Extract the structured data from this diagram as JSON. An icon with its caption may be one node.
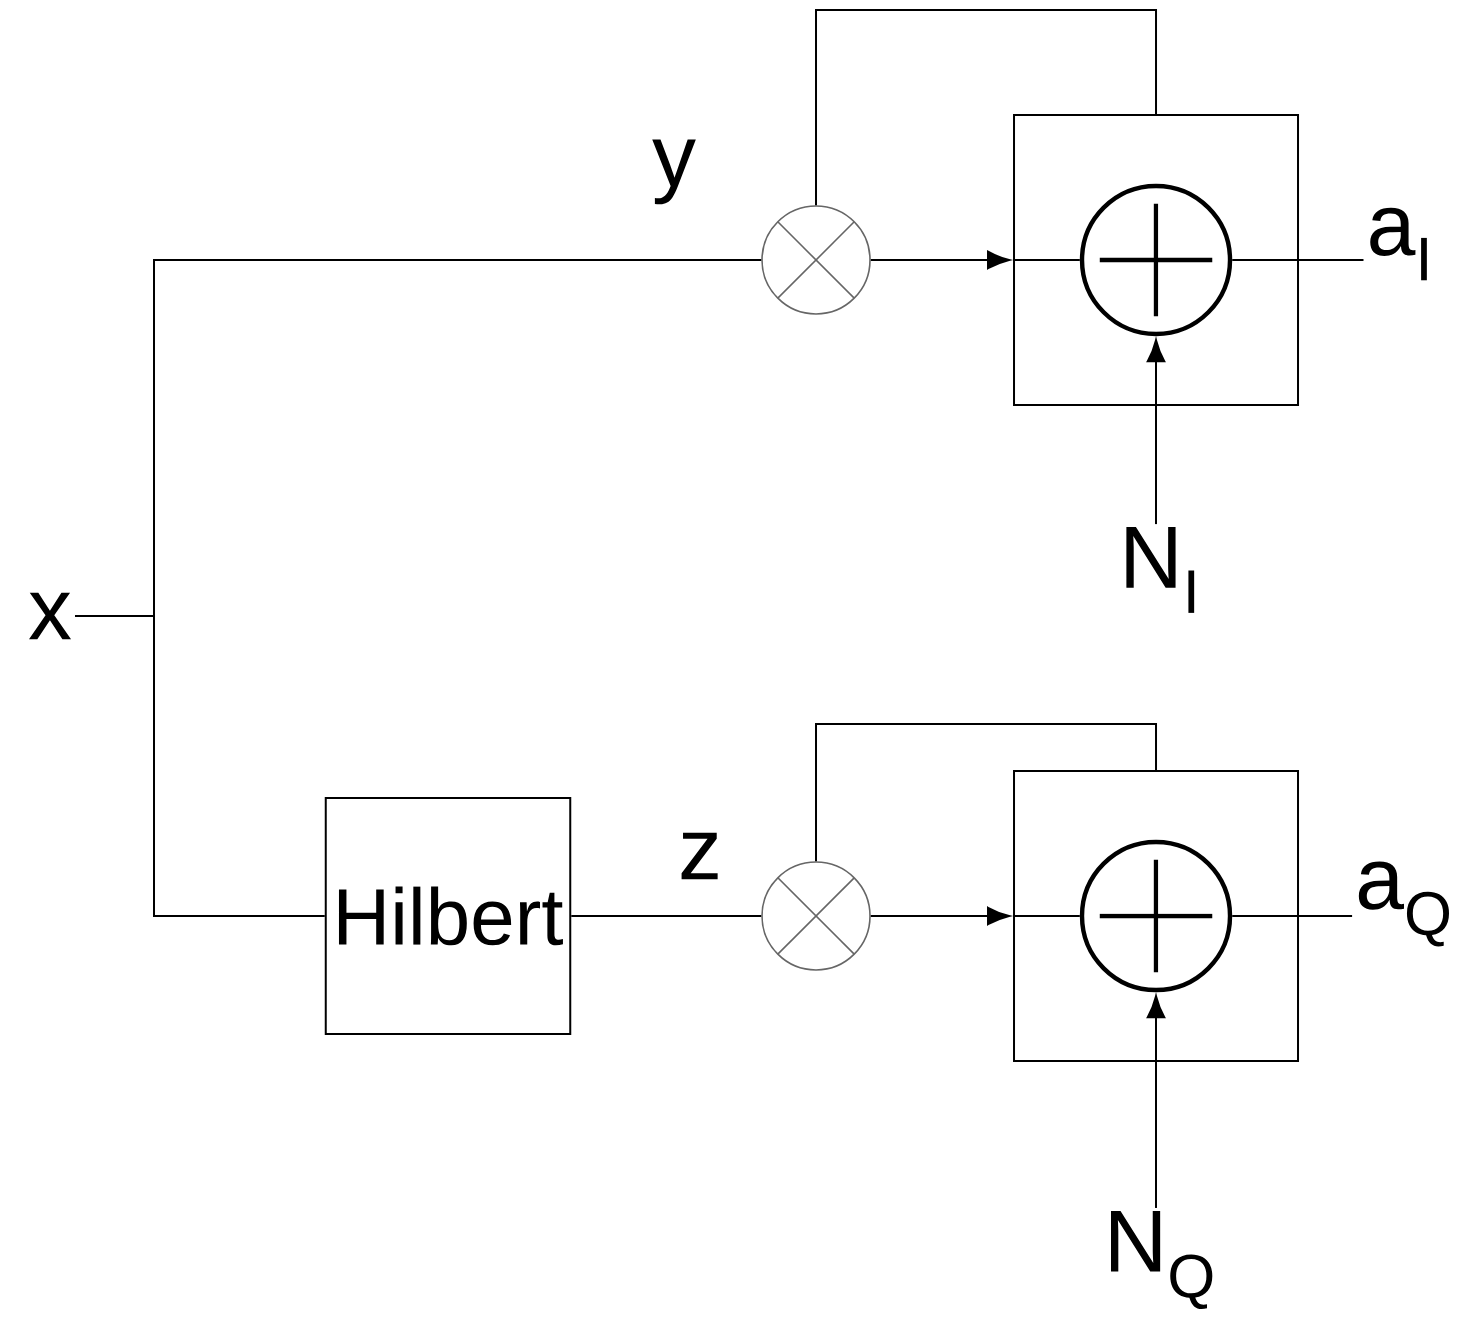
{
  "diagram": {
    "nodes": [
      {
        "text": [
          "x"
        ]
      },
      {
        "text": [],
        "shape": "circle",
        "beside": [
          "y"
        ]
      },
      {
        "text": [],
        "shape": "box"
      },
      {
        "text": [],
        "shape": "circle",
        "in": 2
      },
      {
        "text": [
          "a$_{I}$"
        ]
      },
      {
        "text": [
          "N$_{I}$"
        ]
      },
      {
        "text": [
          "Hilbert"
        ]
      },
      {
        "text": [],
        "shape": "circle",
        "beside": [
          "z"
        ]
      },
      {
        "text": [],
        "shape": "box"
      },
      {
        "text": [],
        "shape": "circle",
        "in": 8
      },
      {
        "text": [
          "a$_{Q}$"
        ]
      },
      {
        "text": [
          "N$_{Q}$"
        ]
      }
    ],
    "edges": [
      {
        "from": 0,
        "to": 1,
        "arrow": "none"
      },
      {
        "from": 0,
        "to": 6,
        "arrow": "none"
      },
      {
        "from": 1,
        "to": 2,
        "arrow": "to"
      },
      {
        "from": 2,
        "to": 3,
        "arrow": "none"
      },
      {
        "from": 1,
        "to": 2,
        "arrow": "none"
      },
      {
        "from": 3,
        "to": 4,
        "arrow": "none"
      },
      {
        "from": 5,
        "to": 3,
        "arrow": "to"
      },
      {
        "from": 6,
        "to": 7,
        "arrow": "none"
      },
      {
        "from": 7,
        "to": 8,
        "arrow": "to"
      },
      {
        "from": 8,
        "to": 9,
        "arrow": "none"
      },
      {
        "from": 7,
        "to": 8,
        "arrow": "none"
      },
      {
        "from": 9,
        "to": 10,
        "arrow": "none"
      },
      {
        "from": 11,
        "to": 9,
        "arrow": "to"
      }
    ]
  }
}
